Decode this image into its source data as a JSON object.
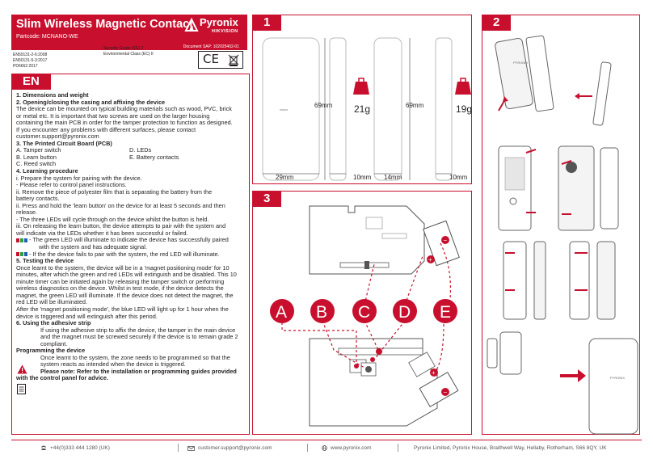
{
  "header": {
    "title": "Slim Wireless Magnetic Contact",
    "partcode": "Partcode: MCNANO-WE",
    "document_sap": "Document SAP: 102025402-01",
    "brand": "Pyronix",
    "brand_sub": "HIKVISION"
  },
  "standards": {
    "left": [
      "EN50131-2-6:2008",
      "EN50131-5-3:2017",
      "PD6662:2017"
    ],
    "right": [
      "Security Grade (SG) 2",
      "Environmental Class (EC) II"
    ],
    "ce": "CE"
  },
  "en": {
    "tag": "EN",
    "s1": "1.      Dimensions and weight",
    "s2": "2.      Opening/closing the casing and affixing the device",
    "p2": [
      "The device can be mounted on typical building materials such as wood, PVC, brick",
      "or metal etc. It is important that two screws are used on the larger housing",
      "containing the main PCB in order for the tamper protection to function as designed.",
      "If you encounter any problems with different surfaces, please contact",
      "customer.support@pyronix.com"
    ],
    "s3": "3.      The Printed Circuit Board (PCB)",
    "pcb": [
      [
        "A.    Tamper switch",
        "D.    LEDs"
      ],
      [
        "B.    Learn button",
        "E.    Battery contacts"
      ],
      [
        "C.    Reed switch",
        ""
      ]
    ],
    "s4": "4.      Learning procedure",
    "p4": [
      "i.      Prepare the system for pairing with the device.",
      "- Please refer to control panel instructions.",
      "ii.      Remove the piece of polyester film that is separating the battery from the",
      "battery contacts.",
      "ii.      Press and hold the 'learn button' on the device for at least 5 seconds and then",
      "release.",
      "- The three LEDs will cycle through on the device whilst the button is held.",
      "iii.     On releasing the learn button, the device attempts to pair with the system and",
      "will indicate via the LEDs whether it has been successful or failed."
    ],
    "led_green": [
      "- The green LED will illuminate to indicate the device has successfully paired",
      "with the system and has adequate signal."
    ],
    "led_red": "- If the the device fails to pair with the system, the red LED will illuminate.",
    "s5": "5. Testing the device",
    "p5": [
      "Once learnt to the system, the device will be in a 'magnet positioning mode' for 10",
      "minutes, after which the green and red LEDs will extinguish and be disabled. This 10",
      "minute timer can be initiated again by releasing the tamper switch or performing",
      "wireless diagnostics on the device. Whilst in test mode, if the device detects the",
      "magnet, the green LED will illuminate. If the device does not detect the magnet, the",
      "red LED will be illuminated.",
      "After the 'magnet positioning mode', the blue LED will light up for 1 hour when the",
      "device is triggered and will extinguish after this period."
    ],
    "s6": "6. Using the adhesive strip",
    "p6": [
      "If using the adhesive strip to affix the device, the tamper in the main device",
      "and the magnet must be screwed securely if the device is to remain grade 2",
      "compliant."
    ],
    "s7": "Programming the device",
    "p7": [
      "Once learnt to the system, the zone needs to be programmed so that the",
      "system reacts as intended when the device is triggered."
    ],
    "note1": "Please note: Refer to the installation or programming guides provided",
    "note2": "with the control panel for advice."
  },
  "panel1": {
    "tag": "1",
    "dims": {
      "h1": "69mm",
      "w1": "29mm",
      "d1": "10mm",
      "wt1": "21g",
      "h2": "69mm",
      "w2": "14mm",
      "d2": "10mm",
      "wt2": "19g"
    }
  },
  "panel2": {
    "tag": "2",
    "label": "PYRONIX"
  },
  "panel3": {
    "tag": "3",
    "labels": [
      "A",
      "B",
      "C",
      "D",
      "E"
    ],
    "plus": "+",
    "minus": "−"
  },
  "footer": {
    "phone": "+44(0)333 444 1280 (UK)",
    "email": "customer.support@pyronix.com",
    "web": "www.pyronix.com",
    "address": "Pyronix Limited, Pyronix House, Braithwell Way, Hellaby, Rotherham, S66 8QY, UK"
  },
  "colors": {
    "accent": "#c8102e",
    "text": "#231f20",
    "led_green": "#2e9e3e",
    "led_blue": "#1e5fb4"
  }
}
